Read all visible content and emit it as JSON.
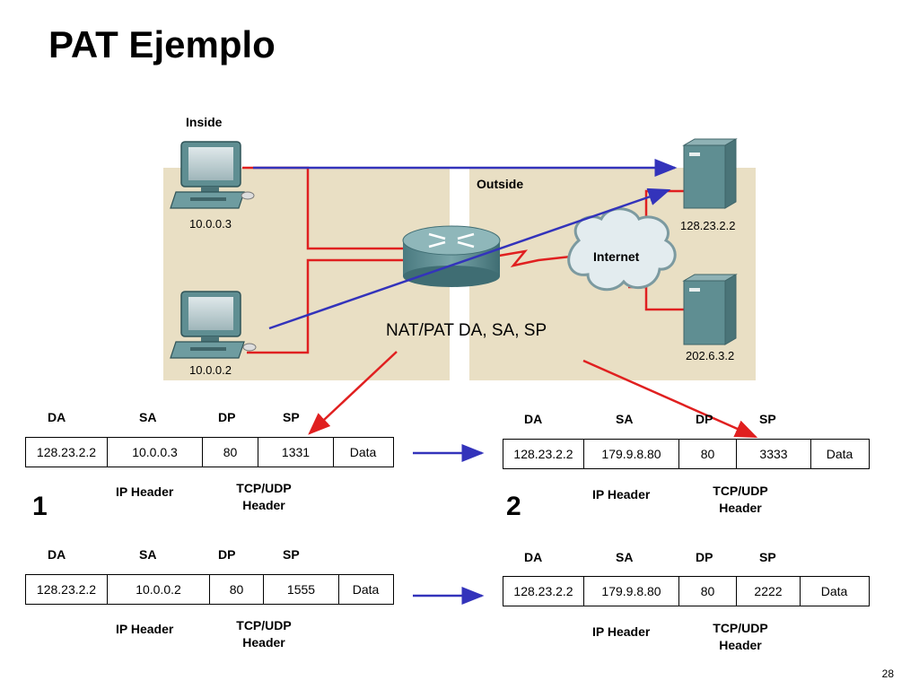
{
  "title": "PAT Ejemplo",
  "network": {
    "inside_label": "Inside",
    "outside_label": "Outside",
    "internet_label": "Internet",
    "hosts": [
      {
        "ip": "10.0.0.3"
      },
      {
        "ip": "10.0.0.2"
      }
    ],
    "servers": [
      {
        "ip": "128.23.2.2"
      },
      {
        "ip": "202.6.3.2"
      }
    ],
    "nat_label": "NAT/PAT DA, SA, SP"
  },
  "columns": {
    "da": "DA",
    "sa": "SA",
    "dp": "DP",
    "sp": "SP"
  },
  "header_labels": {
    "ip": "IP Header",
    "tcp_line1": "TCP/UDP",
    "tcp_line2": "Header"
  },
  "step_labels": [
    "1",
    "2"
  ],
  "packets": [
    {
      "da": "128.23.2.2",
      "sa": "10.0.0.3",
      "dp": "80",
      "sp": "1331",
      "data": "Data"
    },
    {
      "da": "128.23.2.2",
      "sa": "179.9.8.80",
      "dp": "80",
      "sp": "3333",
      "data": "Data"
    },
    {
      "da": "128.23.2.2",
      "sa": "10.0.0.2",
      "dp": "80",
      "sp": "1555",
      "data": "Data"
    },
    {
      "da": "128.23.2.2",
      "sa": "179.9.8.80",
      "dp": "80",
      "sp": "2222",
      "data": "Data"
    }
  ],
  "colors": {
    "zone_bg": "#e9dfc4",
    "red_link": "#e02020",
    "blue_flow": "#3333bb",
    "device": "#5f8e92"
  },
  "page_number": "28"
}
